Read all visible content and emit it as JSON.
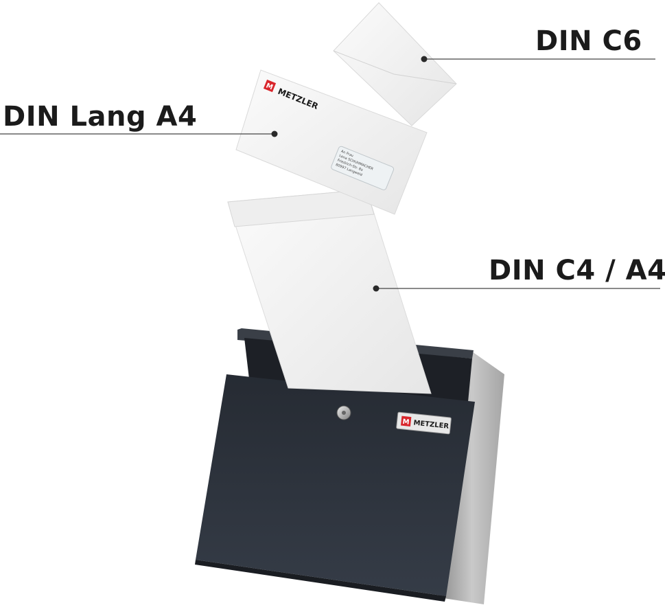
{
  "labels": {
    "din_c6": "DIN C6",
    "din_lang_a4": "DIN Lang A4",
    "din_c4_a4": "DIN C4 / A4"
  },
  "brand": {
    "name": "METZLER",
    "logo_letter": "M",
    "color": "#d9262c"
  },
  "address_window": {
    "lines": [
      "An Frau",
      "Lena SCHUHMACHER",
      "Friedrich-Str. 8a",
      "80997 Langweid"
    ]
  },
  "colors": {
    "mailbox_body": "#2b313b",
    "mailbox_side": "#b4b4b4",
    "envelope": "#f4f4f4",
    "text": "#1b1b1b",
    "leader_line": "#444444"
  }
}
